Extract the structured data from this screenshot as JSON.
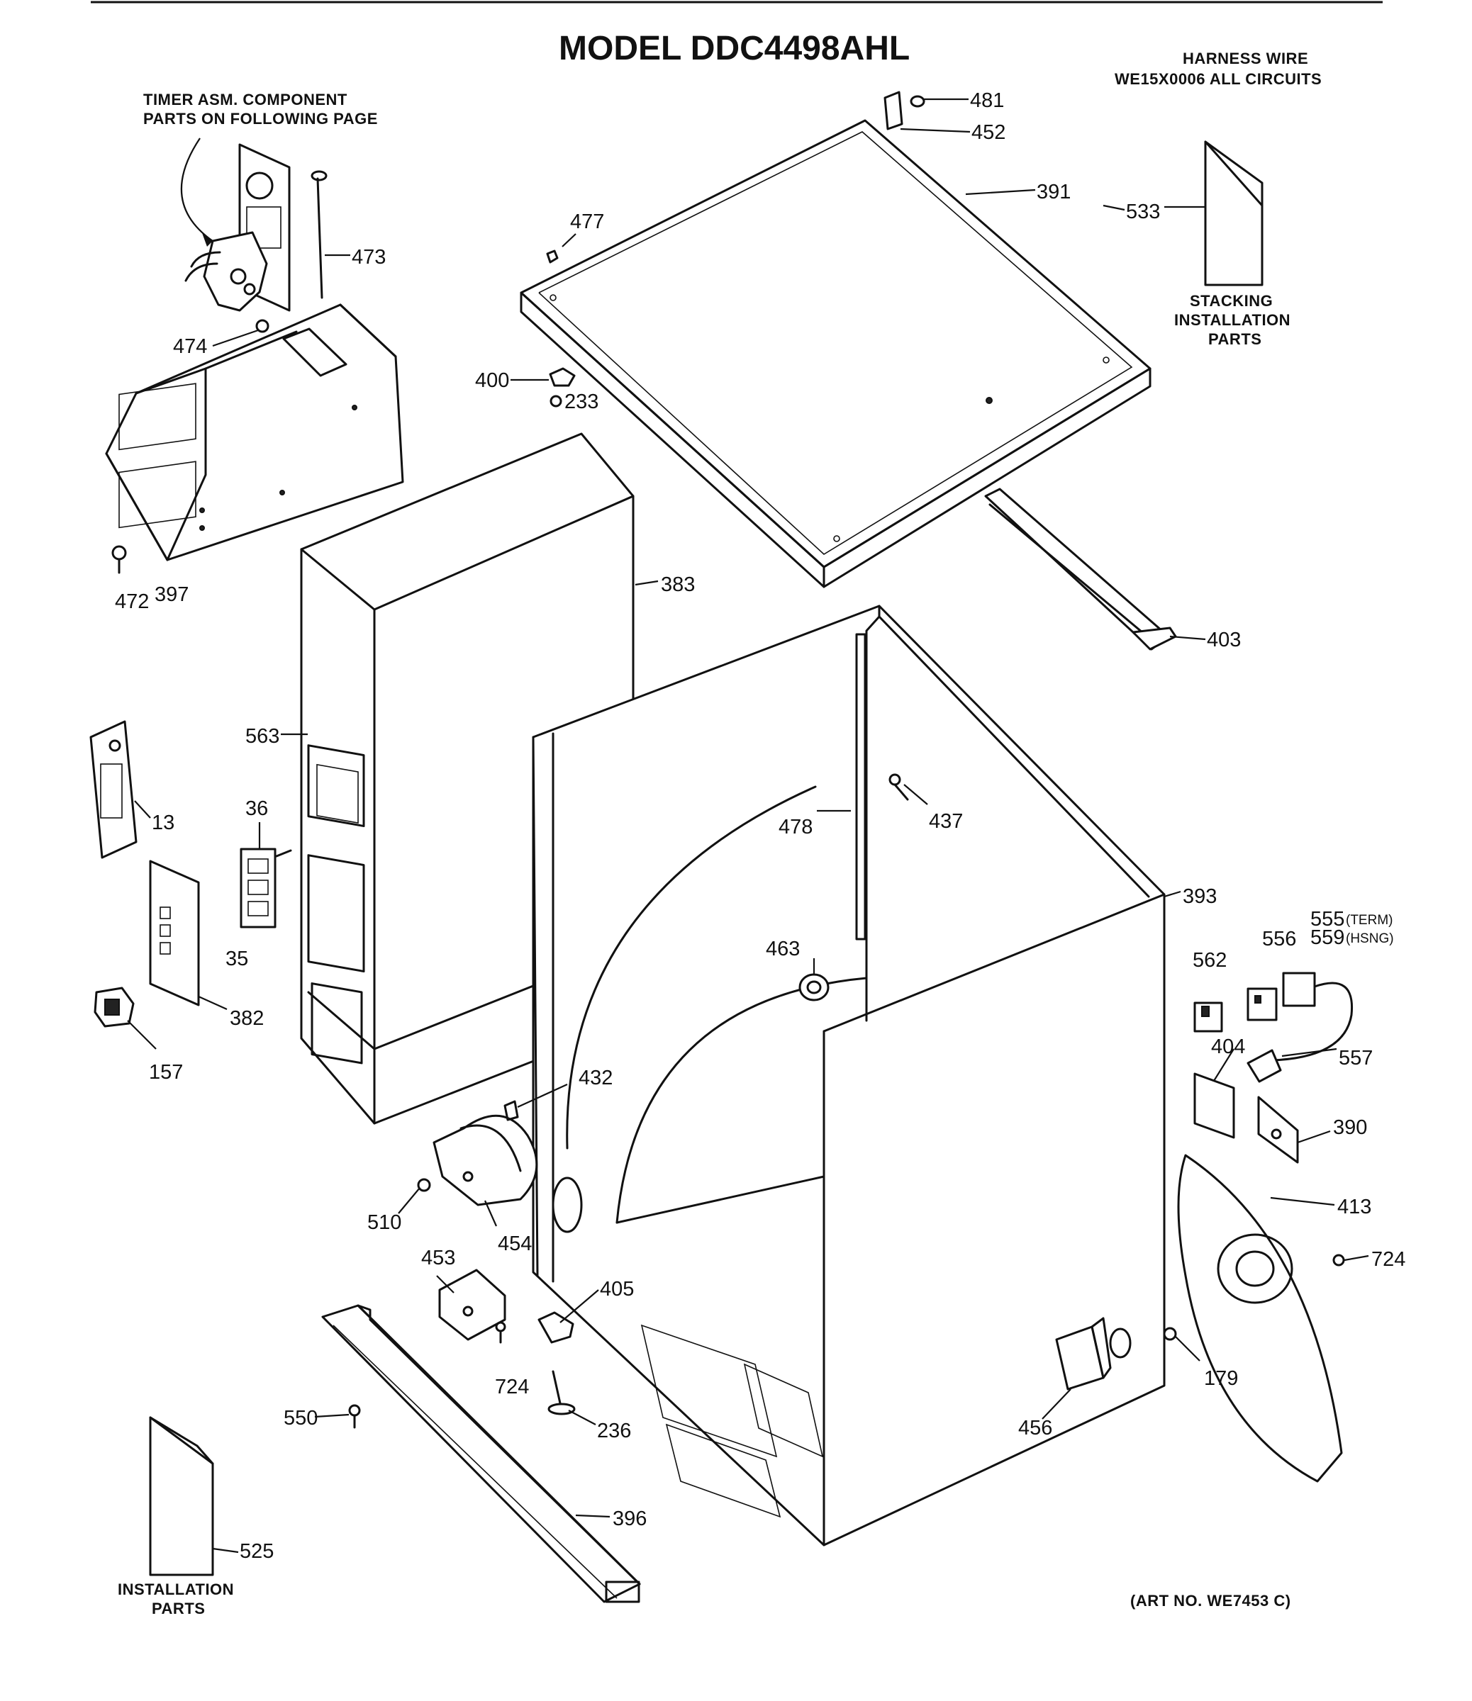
{
  "title": "MODEL DDC4498AHL",
  "notes": {
    "timer_line1": "TIMER ASM. COMPONENT",
    "timer_line2": "PARTS ON FOLLOWING PAGE",
    "harness_line1": "HARNESS WIRE",
    "harness_line2": "WE15X0006 ALL CIRCUITS",
    "stacking_line1": "STACKING",
    "stacking_line2": "INSTALLATION",
    "stacking_line3": "PARTS",
    "install_line1": "INSTALLATION",
    "install_line2": "PARTS",
    "art_no": "(ART NO. WE7453 C)"
  },
  "part_labels": {
    "p481": "481",
    "p452": "452",
    "p391": "391",
    "p533": "533",
    "p477": "477",
    "p473": "473",
    "p474": "474",
    "p400": "400",
    "p233": "233",
    "p472": "472",
    "p397": "397",
    "p383": "383",
    "p403": "403",
    "p563": "563",
    "p13": "13",
    "p36": "36",
    "p35": "35",
    "p478": "478",
    "p437": "437",
    "p393": "393",
    "p555": "555",
    "p555_note": "(TERM)",
    "p559": "559",
    "p559_note": "(HSNG)",
    "p556": "556",
    "p562": "562",
    "p463": "463",
    "p382": "382",
    "p157": "157",
    "p404": "404",
    "p557": "557",
    "p432": "432",
    "p390": "390",
    "p510": "510",
    "p454": "454",
    "p413": "413",
    "p724a": "724",
    "p724b": "724",
    "p453": "453",
    "p405": "405",
    "p179": "179",
    "p236": "236",
    "p550": "550",
    "p456": "456",
    "p396": "396",
    "p525": "525"
  }
}
